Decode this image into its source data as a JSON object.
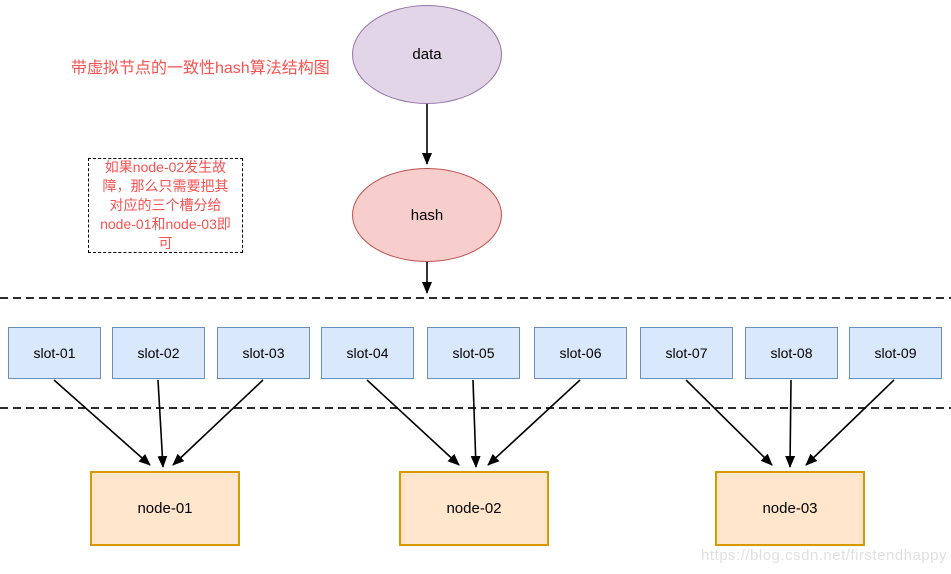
{
  "title": "带虚拟节点的一致性hash算法结构图",
  "note": "如果node-02发生故障，那么只需要把其对应的三个槽分给node-01和node-03即可",
  "flow": {
    "data_label": "data",
    "hash_label": "hash"
  },
  "slots": [
    "slot-01",
    "slot-02",
    "slot-03",
    "slot-04",
    "slot-05",
    "slot-06",
    "slot-07",
    "slot-08",
    "slot-09"
  ],
  "servers": [
    "node-01",
    "node-02",
    "node-03"
  ],
  "mapping": {
    "node-01": [
      "slot-01",
      "slot-02",
      "slot-03"
    ],
    "node-02": [
      "slot-04",
      "slot-05",
      "slot-06"
    ],
    "node-03": [
      "slot-07",
      "slot-08",
      "slot-09"
    ]
  },
  "watermark": "https://blog.csdn.net/firstendhappy",
  "colors": {
    "accent_red": "#fa5151",
    "data_fill": "#e1d5e7",
    "data_stroke": "#9673a6",
    "hash_fill": "#f8cecc",
    "hash_stroke": "#b85450",
    "slot_fill": "#dae8fc",
    "slot_stroke": "#6c8ebf",
    "node_fill": "#ffe6cc",
    "node_stroke": "#d79b00",
    "connector": "#000000",
    "divider": "#2b2b2b",
    "watermark": "#e0e0e0"
  }
}
